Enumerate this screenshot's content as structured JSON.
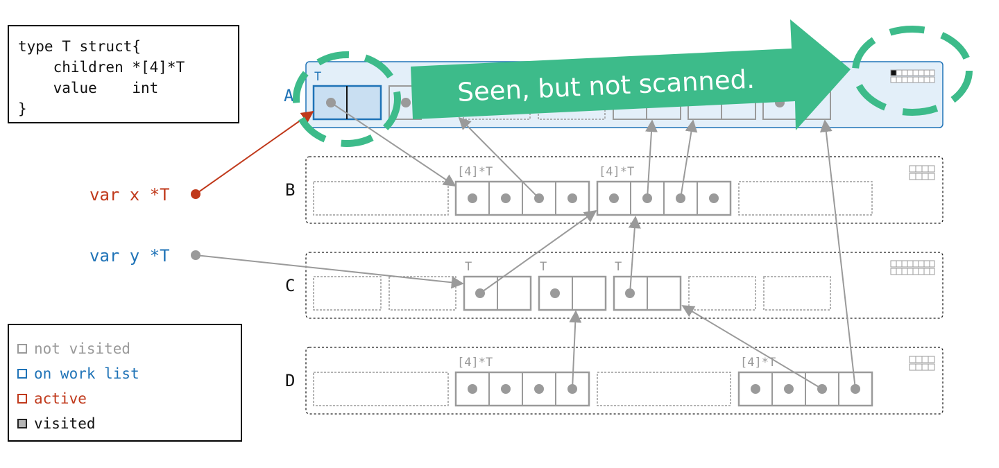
{
  "code": {
    "lines": [
      "type T struct{",
      "    children *[4]*T",
      "    value    int",
      "}"
    ]
  },
  "legend": {
    "items": [
      {
        "label": "not visited",
        "color": "#9a9a9a",
        "fill": "#ffffff"
      },
      {
        "label": "on work list",
        "color": "#1f73b7",
        "fill": "#ffffff"
      },
      {
        "label": "active",
        "color": "#c0391b",
        "fill": "#ffffff"
      },
      {
        "label": "visited",
        "color": "#222222",
        "fill": "#b5b5b5"
      }
    ]
  },
  "vars": {
    "x": {
      "label": "var x *T",
      "color": "#c0391b"
    },
    "y": {
      "label": "var y *T",
      "color": "#1f73b7"
    }
  },
  "spans": {
    "A": {
      "label": "A"
    },
    "B": {
      "label": "B"
    },
    "C": {
      "label": "C"
    },
    "D": {
      "label": "D"
    }
  },
  "type_labels": {
    "T": "T",
    "array": "[4]*T"
  },
  "callout": {
    "text": "Seen, but not scanned.",
    "color": "#3dbb8a"
  },
  "colors": {
    "gray": "#9a9a9a",
    "blue": "#1f73b7",
    "light_blue_fill": "#e3eff9",
    "red": "#c0391b",
    "black": "#222222"
  }
}
